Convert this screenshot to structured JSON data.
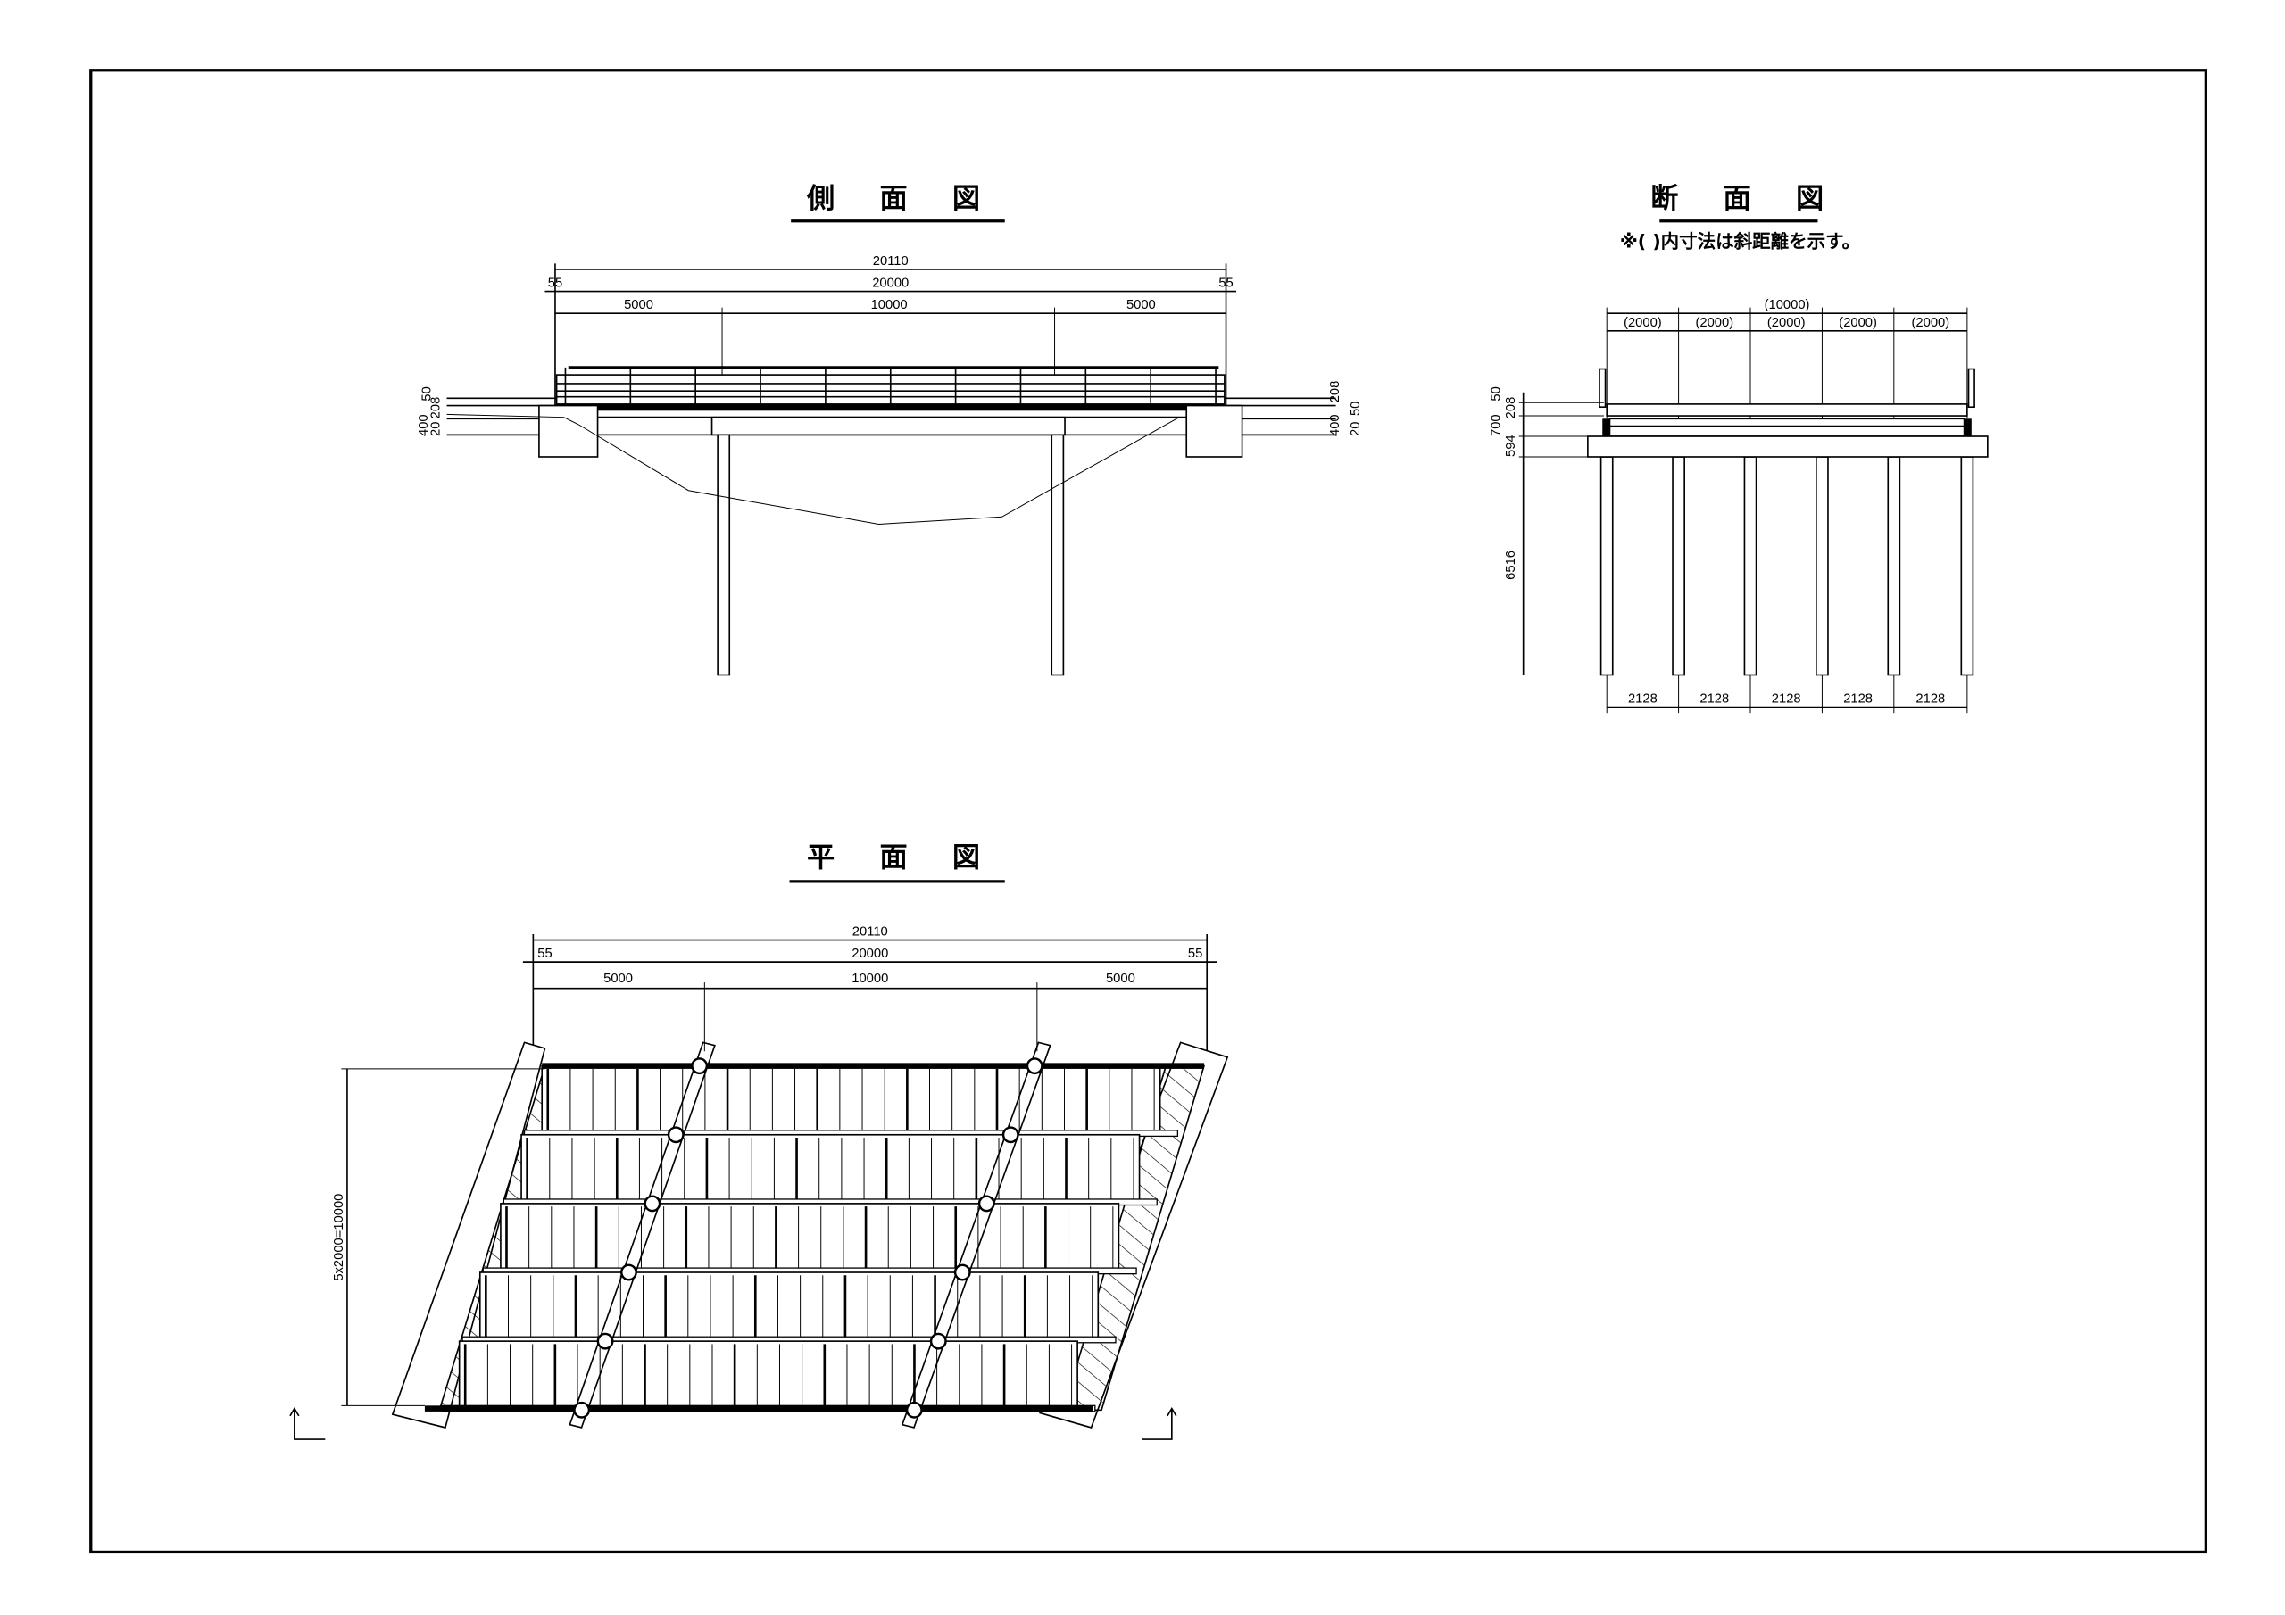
{
  "side_view": {
    "title": "側 面 図",
    "dims": {
      "total": "20110",
      "span": "20000",
      "end_left": "55",
      "end_right": "55",
      "seg1": "5000",
      "seg2": "10000",
      "seg3": "5000"
    },
    "left_levels": [
      "50",
      "208",
      "400",
      "20"
    ],
    "right_levels": [
      "208",
      "50",
      "400",
      "20"
    ]
  },
  "section_view": {
    "title": "断 面 図",
    "note": "※( )内寸法は斜距離を示す。",
    "top_total": "(10000)",
    "top_segments": [
      "(2000)",
      "(2000)",
      "(2000)",
      "(2000)",
      "(2000)"
    ],
    "bottom_segments": [
      "2128",
      "2128",
      "2128",
      "2128",
      "2128"
    ],
    "left_levels": [
      "50",
      "208",
      "700",
      "594",
      "6516"
    ]
  },
  "plan_view": {
    "title": "平 面 図",
    "dims": {
      "total": "20110",
      "span": "20000",
      "end_left": "55",
      "end_right": "55",
      "seg1": "5000",
      "seg2": "10000",
      "seg3": "5000"
    },
    "width_dim": "5x2000=10000"
  }
}
